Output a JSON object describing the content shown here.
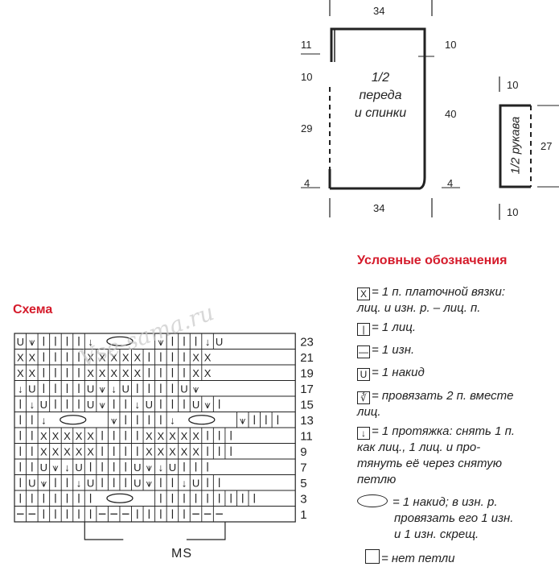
{
  "schematic": {
    "body_top": "34",
    "body_bottom": "34",
    "body_left": [
      "11",
      "10",
      "29",
      "4"
    ],
    "body_right": [
      "10",
      "40",
      "4"
    ],
    "body_label": [
      "1/2",
      "переда",
      "и спинки"
    ],
    "sleeve_top": "10",
    "sleeve_bottom": "10",
    "sleeve_right": "27",
    "sleeve_label": "1/2 рукава"
  },
  "legend": {
    "title": "Условные обозначения",
    "items": [
      {
        "symbol": "X",
        "lines": [
          "= 1 п. платочной вязки:",
          "лиц. и изн. р. – лиц. п."
        ]
      },
      {
        "symbol": "|",
        "lines": [
          "= 1 лиц."
        ]
      },
      {
        "symbol": "—",
        "lines": [
          "= 1 изн."
        ]
      },
      {
        "symbol": "U",
        "lines": [
          "= 1 накид"
        ]
      },
      {
        "symbol": "⩛",
        "lines": [
          "= провязать 2 п. вместе",
          "лиц."
        ]
      },
      {
        "symbol": "↓",
        "lines": [
          "= 1 протяжка: снять 1 п.",
          "как лиц., 1 лиц. и про-",
          "тянуть её через снятую",
          "петлю"
        ]
      },
      {
        "symbol": "oval",
        "lines": [
          "= 1 накид; в изн. р.",
          "провязать его 1 изн.",
          "и 1 изн. скрещ."
        ]
      },
      {
        "symbol": "",
        "lines": [
          "= нет петли"
        ]
      }
    ]
  },
  "chart": {
    "title": "Схема",
    "rows": [
      {
        "label": "23",
        "cells": "U V | | | | v [ ( ) ] V | | | v U"
      },
      {
        "label": "21",
        "cells": "X X | | | | X X X X X | | | | X X"
      },
      {
        "label": "19",
        "cells": "X X | | | | X X X X X | | | | X X"
      },
      {
        "label": "17",
        "cells": "v U | | | | U V v U | | | | U V"
      },
      {
        "label": "15",
        "cells": "| v U | | | U V | | v U | | | U V |"
      },
      {
        "label": "13",
        "cells": "| | v [ ( ) ] V | | | | v [ ( ) ] V | | |"
      },
      {
        "label": "11",
        "cells": "| | X X X X X | | | | X X X X X | | |"
      },
      {
        "label": "9",
        "cells": "| | X X X X X | | | | X X X X X | | |"
      },
      {
        "label": "7",
        "cells": "| | U V v U | | | | U V v U | | |"
      },
      {
        "label": "5",
        "cells": "| U V | | v U | | | U V | | v U | |"
      },
      {
        "label": "3",
        "cells": "| | | | | | | [ ( ) ] | | | | | | | | |"
      },
      {
        "label": "1",
        "cells": "— — | | | | | — — — | | | | | — — —"
      }
    ],
    "repeat_label": "MS"
  },
  "watermark": "Vse-sama.ru"
}
